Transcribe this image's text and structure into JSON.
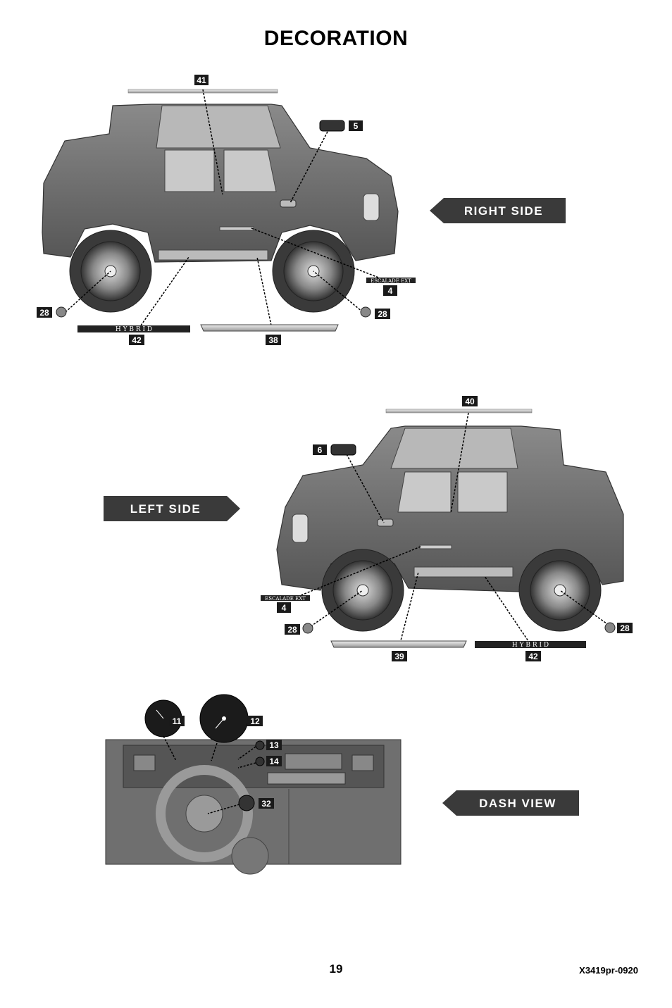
{
  "title": "DECORATION",
  "views": {
    "right": "RIGHT SIDE",
    "left": "LEFT SIDE",
    "dash": "DASH VIEW"
  },
  "parts": {
    "p41": "41",
    "p5": "5",
    "p4a": "4",
    "p28a": "28",
    "p28b": "28",
    "p42a": "42",
    "p38": "38",
    "p40": "40",
    "p6": "6",
    "p4b": "4",
    "p28c": "28",
    "p28d": "28",
    "p39": "39",
    "p42b": "42",
    "p11": "11",
    "p12": "12",
    "p13": "13",
    "p14": "14",
    "p32": "32"
  },
  "decals": {
    "hybrid": "H Y B R I D",
    "escalade": "ESCALADE EXT"
  },
  "footer": {
    "page": "19",
    "code": "X3419pr-0920"
  }
}
